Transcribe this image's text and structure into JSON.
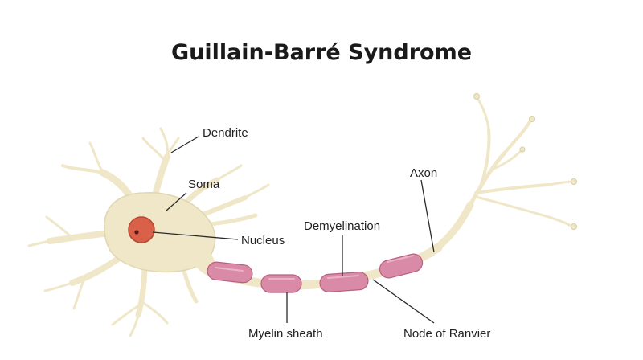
{
  "title": "Guillain-Barré Syndrome",
  "labels": {
    "dendrite": "Dendrite",
    "soma": "Soma",
    "nucleus": "Nucleus",
    "demyelination": "Demyelination",
    "axon": "Axon",
    "myelin_sheath": "Myelin sheath",
    "node_of_ranvier": "Node of Ranvier"
  },
  "colors": {
    "background": "#ffffff",
    "neuron_fill": "#efe7c8",
    "neuron_outline": "#d8cda4",
    "nucleus_fill": "#d9614a",
    "nucleus_dot": "#5a1410",
    "myelin_fill": "#d98aa6",
    "myelin_outline": "#b8607f",
    "leader_line": "#2a2a2a"
  }
}
